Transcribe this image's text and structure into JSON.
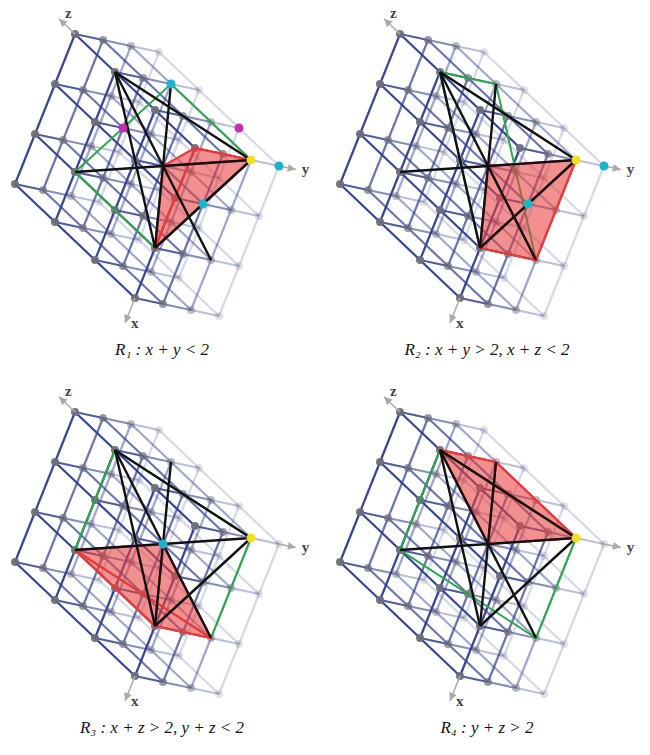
{
  "diagram": {
    "labels": [
      "z",
      "y",
      "x",
      "R₁ : x + y < 2",
      "z",
      "y",
      "x",
      "R₂ : x + y > 2, x + z < 2",
      "z",
      "y",
      "x",
      "R₃ : x + z > 2, y + z < 2",
      "z",
      "y",
      "x",
      "R₄ : y + z > 2"
    ]
  }
}
